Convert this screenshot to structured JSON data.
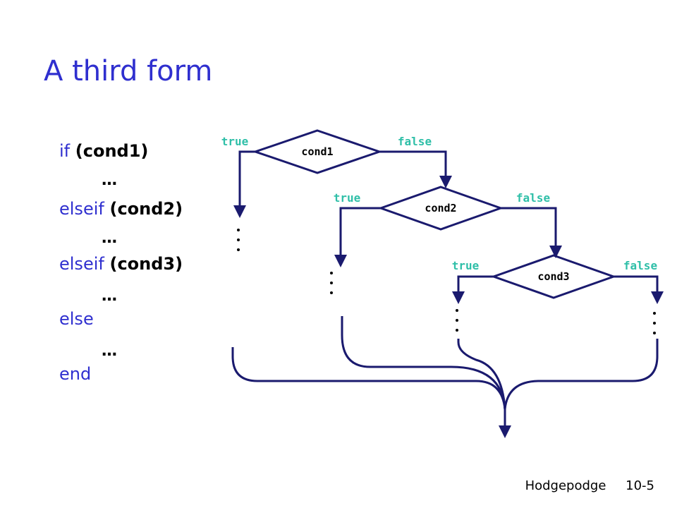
{
  "slide": {
    "title": "A third form",
    "footer_left": "Hodgepodge",
    "footer_right": "10-5"
  },
  "code": {
    "lines": [
      {
        "kw": "if",
        "cond": "(cond1)"
      },
      {
        "ellipsis": "…"
      },
      {
        "kw": "elseif",
        "cond": "(cond2)"
      },
      {
        "ellipsis": "…"
      },
      {
        "kw": "elseif",
        "cond": "(cond3)"
      },
      {
        "ellipsis": "…"
      },
      {
        "kw": "else",
        "cond": ""
      },
      {
        "ellipsis": "…"
      },
      {
        "kw": "end",
        "cond": ""
      }
    ]
  },
  "flowchart": {
    "conditions": [
      {
        "label": "cond1",
        "true_label": "true",
        "false_label": "false"
      },
      {
        "label": "cond2",
        "true_label": "true",
        "false_label": "false"
      },
      {
        "label": "cond3",
        "true_label": "true",
        "false_label": "false"
      }
    ],
    "branch_placeholder": "·\n·\n·",
    "colors": {
      "keyword": "#2f2fcf",
      "branch_label": "#2fbfa8",
      "line": "#1a1a6e"
    }
  }
}
